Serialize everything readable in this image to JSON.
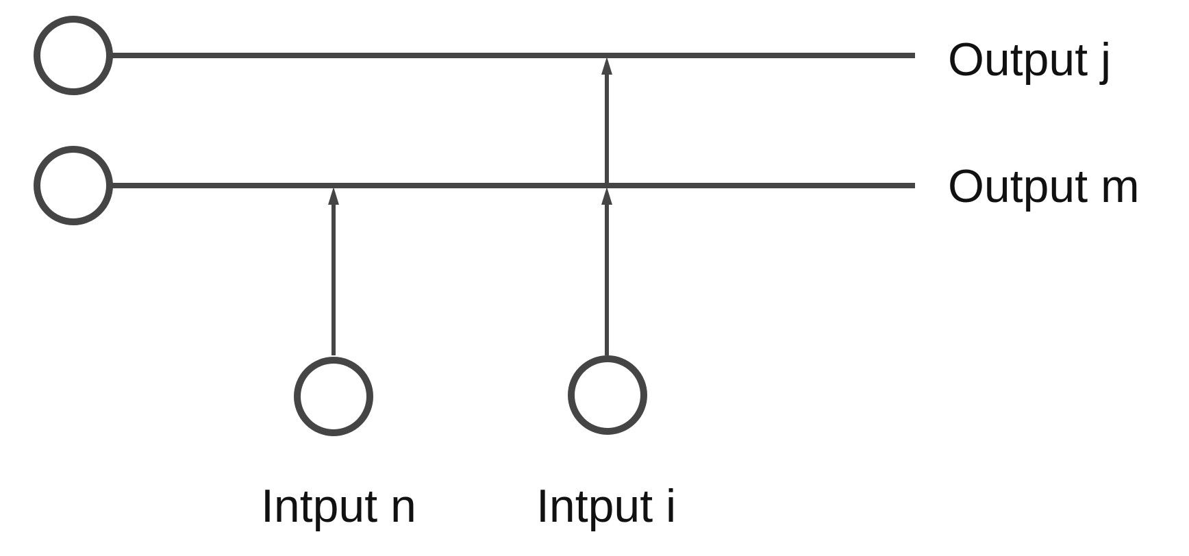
{
  "colors": {
    "stroke": "#454545",
    "text": "#111111",
    "background": "#ffffff"
  },
  "outputs": [
    {
      "label": "Output j"
    },
    {
      "label": "Output m"
    }
  ],
  "inputs": [
    {
      "label": "Intput n"
    },
    {
      "label": "Intput i"
    }
  ]
}
